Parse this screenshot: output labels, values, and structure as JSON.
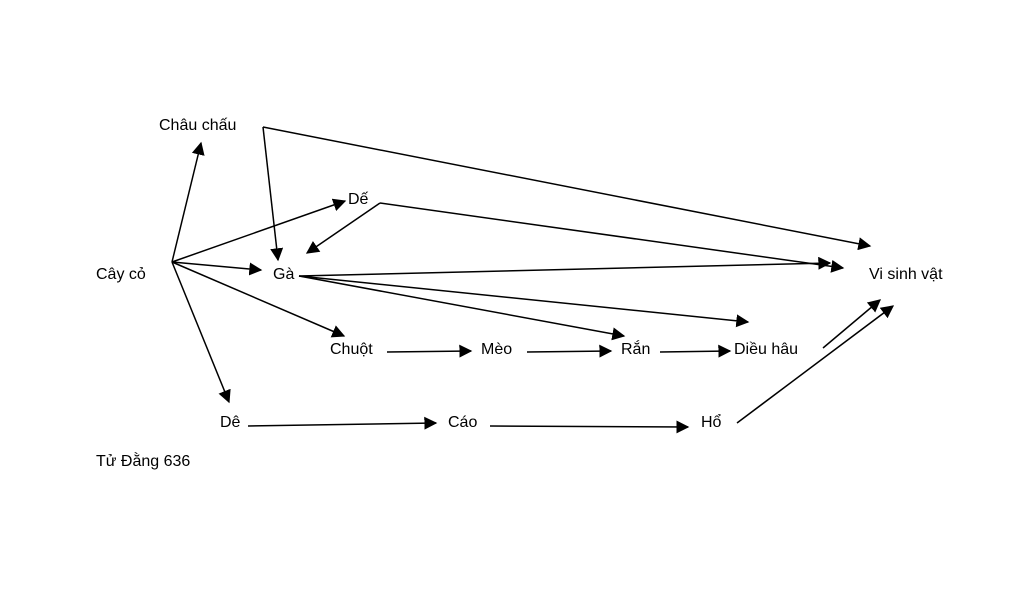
{
  "diagram": {
    "nodes": [
      {
        "id": "cay_co",
        "label": "Cây cỏ"
      },
      {
        "id": "chau_chau",
        "label": "Châu chấu"
      },
      {
        "id": "de_cricket",
        "label": "Dế"
      },
      {
        "id": "ga",
        "label": "Gà"
      },
      {
        "id": "chuot",
        "label": "Chuột"
      },
      {
        "id": "meo",
        "label": "Mèo"
      },
      {
        "id": "ran",
        "label": "Rắn"
      },
      {
        "id": "dieu_hau",
        "label": "Diều hâu"
      },
      {
        "id": "de_goat",
        "label": "Dê"
      },
      {
        "id": "cao",
        "label": "Cáo"
      },
      {
        "id": "ho",
        "label": "Hổ"
      },
      {
        "id": "vi_sinh_vat",
        "label": "Vi sinh vật"
      }
    ],
    "edges": [
      {
        "from": "cay_co",
        "to": "chau_chau"
      },
      {
        "from": "cay_co",
        "to": "de_cricket"
      },
      {
        "from": "cay_co",
        "to": "ga"
      },
      {
        "from": "cay_co",
        "to": "chuot"
      },
      {
        "from": "cay_co",
        "to": "de_goat"
      },
      {
        "from": "chau_chau",
        "to": "ga"
      },
      {
        "from": "chau_chau",
        "to": "vi_sinh_vat"
      },
      {
        "from": "de_cricket",
        "to": "ga"
      },
      {
        "from": "de_cricket",
        "to": "vi_sinh_vat"
      },
      {
        "from": "ga",
        "to": "vi_sinh_vat"
      },
      {
        "from": "ga",
        "to": "dieu_hau"
      },
      {
        "from": "ga",
        "to": "ran"
      },
      {
        "from": "chuot",
        "to": "meo"
      },
      {
        "from": "meo",
        "to": "ran"
      },
      {
        "from": "ran",
        "to": "dieu_hau"
      },
      {
        "from": "dieu_hau",
        "to": "vi_sinh_vat"
      },
      {
        "from": "de_goat",
        "to": "cao"
      },
      {
        "from": "cao",
        "to": "ho"
      },
      {
        "from": "ho",
        "to": "vi_sinh_vat"
      }
    ],
    "author": "Tử Đằng 636",
    "line_color": "#000000"
  }
}
